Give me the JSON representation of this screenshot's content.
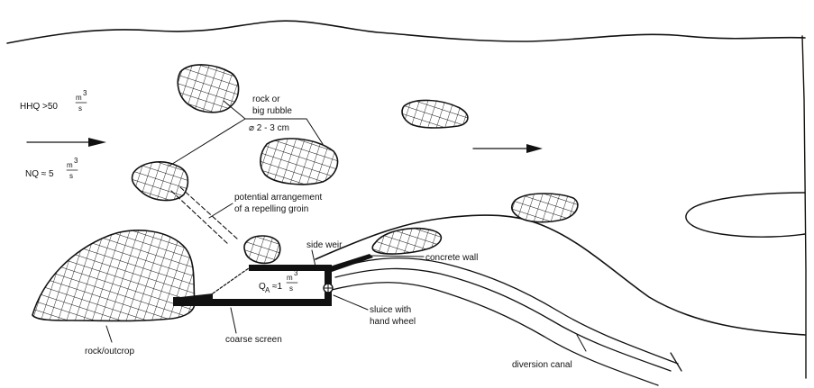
{
  "labels": {
    "hhq": "HHQ >50",
    "hhq_unit_num": "m",
    "hhq_unit_exp": "3",
    "hhq_unit_den": "s",
    "nq": "NQ ≈ 5",
    "nq_unit_num": "m",
    "nq_unit_exp": "3",
    "nq_unit_den": "s",
    "rock_line1": "rock or",
    "rock_line2": "big rubble",
    "rock_line3": "⌀ 2 - 3 cm",
    "groin_line1": "potential arrangement",
    "groin_line2": "of a repelling groin",
    "side_weir": "side weir",
    "concrete_wall": "concrete wall",
    "qa": "Q",
    "qa_sub": "A",
    "qa_approx": "≈1",
    "qa_unit_num": "m",
    "qa_unit_exp": "3",
    "qa_unit_den": "s",
    "sluice_line1": "sluice with",
    "sluice_line2": "hand wheel",
    "coarse_screen": "coarse screen",
    "rock_outcrop": "rock/outcrop",
    "diversion_canal": "diversion canal"
  },
  "icons": {
    "flow_arrow_left": "arrow-right-icon",
    "flow_arrow_right": "arrow-right-icon",
    "hand_wheel": "hand-wheel-icon"
  },
  "colors": {
    "ink": "#111111",
    "paper": "#ffffff"
  }
}
